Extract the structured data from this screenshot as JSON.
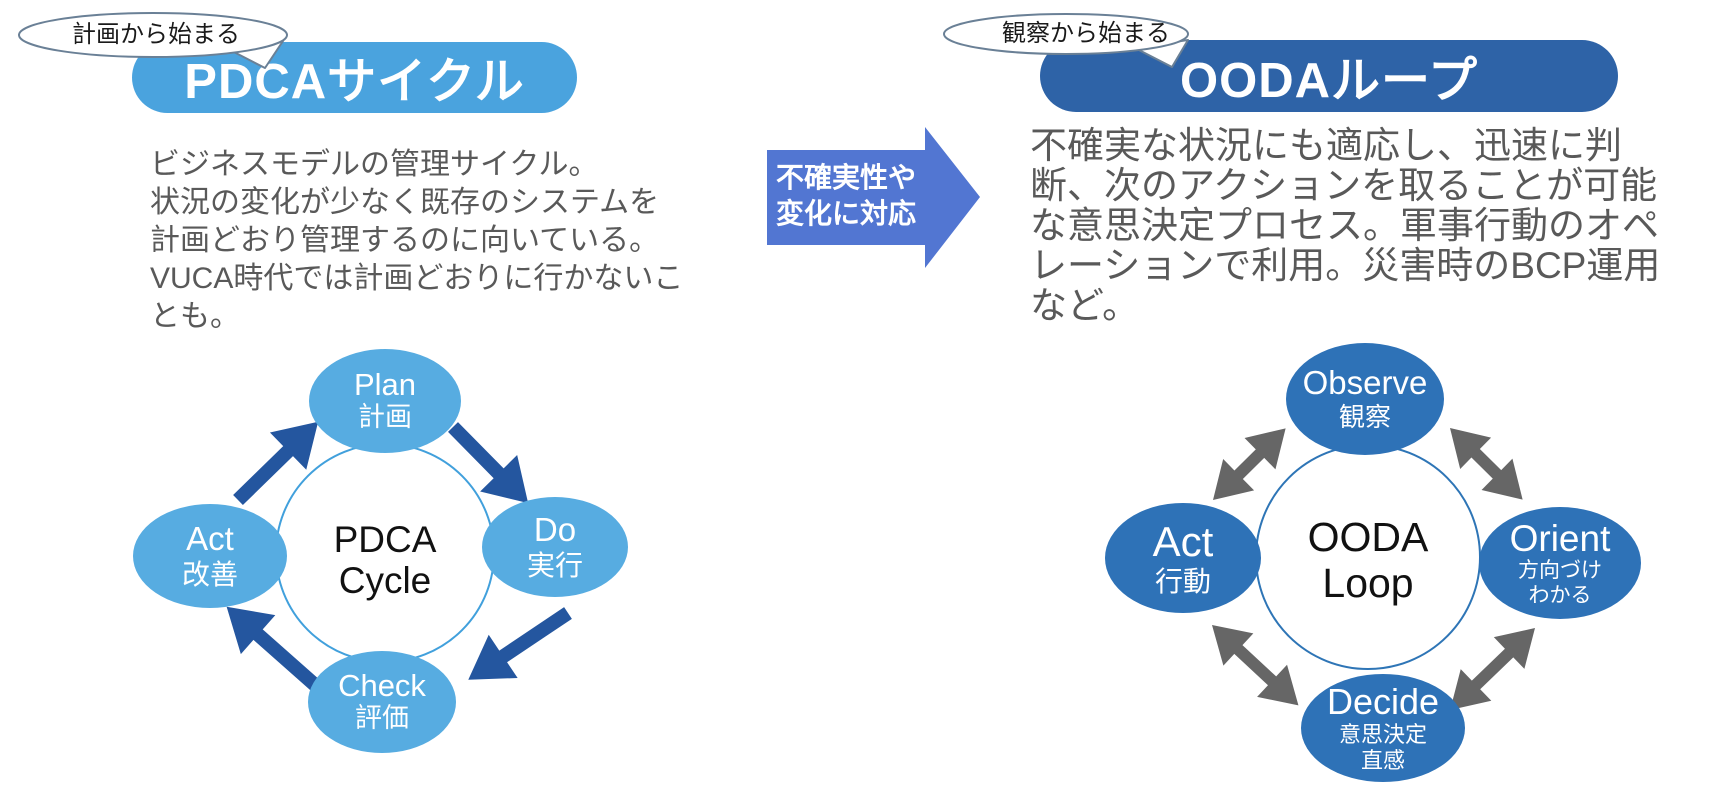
{
  "colors": {
    "pdca_header_bg": "#4AA3DE",
    "pdca_node_fill": "#57ACE1",
    "pdca_circle_stroke": "#41A0DC",
    "pdca_arrow": "#24569F",
    "ooda_header_bg": "#2E63A7",
    "ooda_node_fill": "#2E72B7",
    "ooda_circle_stroke": "#2E75B6",
    "ooda_arrow": "#666666",
    "transition_arrow_fill": "#5276D2",
    "paragraph_text": "#595959",
    "bubble_stroke": "#6A8096"
  },
  "left_panel": {
    "bubble_label": "計画から始まる",
    "header_title": "PDCAサイクル",
    "description": "ビジネスモデルの管理サイクル。\n状況の変化が少なく既存のシステムを\n計画どおり管理するのに向いている。\nVUCA時代では計画どおりに行かないこ\nとも。",
    "center_label": "PDCA\nCycle",
    "nodes": {
      "plan": {
        "en": "Plan",
        "jp": "計画"
      },
      "do": {
        "en": "Do",
        "jp": "実行"
      },
      "check": {
        "en": "Check",
        "jp": "評価"
      },
      "act": {
        "en": "Act",
        "jp": "改善"
      }
    }
  },
  "transition_arrow": {
    "label": "不確実性や\n変化に対応"
  },
  "right_panel": {
    "bubble_label": "観察から始まる",
    "header_title": "OODAループ",
    "description": "不確実な状況にも適応し、迅速に判\n断、次のアクションを取ることが可能\nな意思決定プロセス。軍事行動のオペ\nレーションで利用。災害時のBCP運用\nなど。",
    "center_label": "OODA\nLoop",
    "nodes": {
      "observe": {
        "en": "Observe",
        "jp": "観察"
      },
      "orient": {
        "en": "Orient",
        "jp": "方向づけ\nわかる"
      },
      "decide": {
        "en": "Decide",
        "jp": "意思決定\n直感"
      },
      "act": {
        "en": "Act",
        "jp": "行動"
      }
    }
  }
}
